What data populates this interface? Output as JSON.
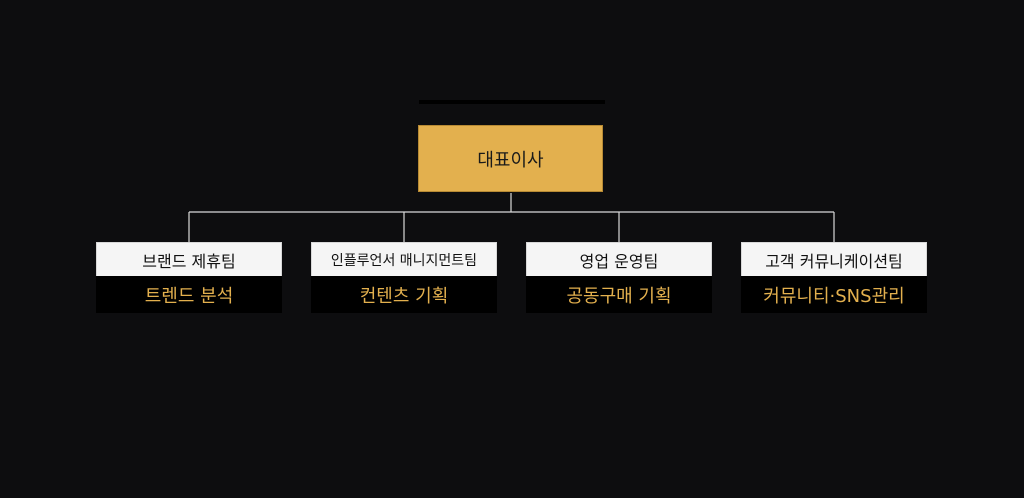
{
  "colors": {
    "background": "#0d0d0f",
    "ceo_fill": "#e3b04e",
    "team_header_fill": "#f5f5f5",
    "team_task_fill": "#000000",
    "task_text": "#e3b04e",
    "connector": "#d9d9d9"
  },
  "ceo": {
    "label": "대표이사"
  },
  "teams": [
    {
      "name": "브랜드 제휴팀",
      "task": "트렌드 분석"
    },
    {
      "name": "인플루언서 매니지먼트팀",
      "task": "컨텐츠 기획"
    },
    {
      "name": "영업 운영팀",
      "task": "공동구매 기획"
    },
    {
      "name": "고객 커뮤니케이션팀",
      "task": "커뮤니티·SNS관리"
    }
  ]
}
